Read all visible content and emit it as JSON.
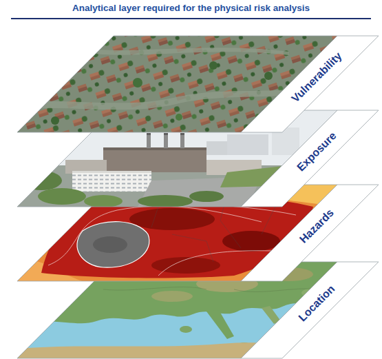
{
  "diagram": {
    "title": "Analytical layer required for the physical risk analysis",
    "nodes": [
      {
        "text": [
          "Vulnerability"
        ]
      },
      {
        "text": [
          "Exposure"
        ]
      },
      {
        "text": [
          "Hazards"
        ]
      },
      {
        "text": [
          "Location"
        ]
      }
    ]
  }
}
